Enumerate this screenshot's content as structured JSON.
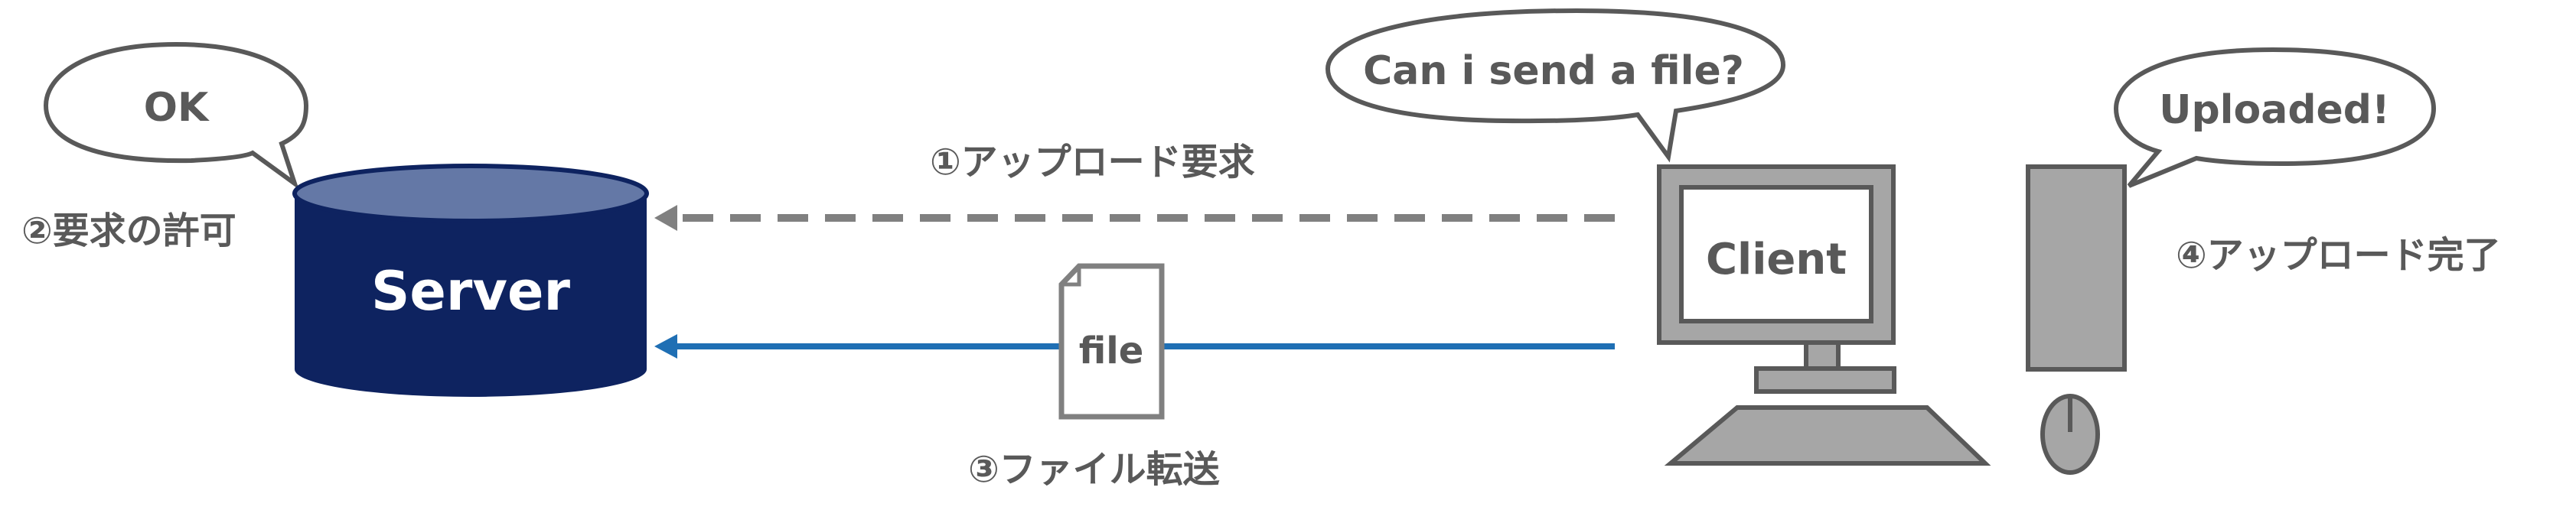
{
  "server": {
    "label": "Server",
    "bubble": "OK",
    "step_label": "②要求の許可"
  },
  "client": {
    "label": "Client",
    "bubble_request": "Can i send a file?",
    "bubble_done": "Uploaded!",
    "step_label": "④アップロード完了"
  },
  "arrows": {
    "request_label": "①アップロード要求",
    "transfer_label": "③ファイル転送",
    "file_label": "file"
  },
  "colors": {
    "server_body": "#0e2360",
    "server_top": "#6478a6",
    "transfer_arrow": "#1f6fb4",
    "request_arrow": "#808080",
    "device_fill": "#a6a6a6",
    "device_stroke": "#595959",
    "text_gray": "#595959"
  }
}
